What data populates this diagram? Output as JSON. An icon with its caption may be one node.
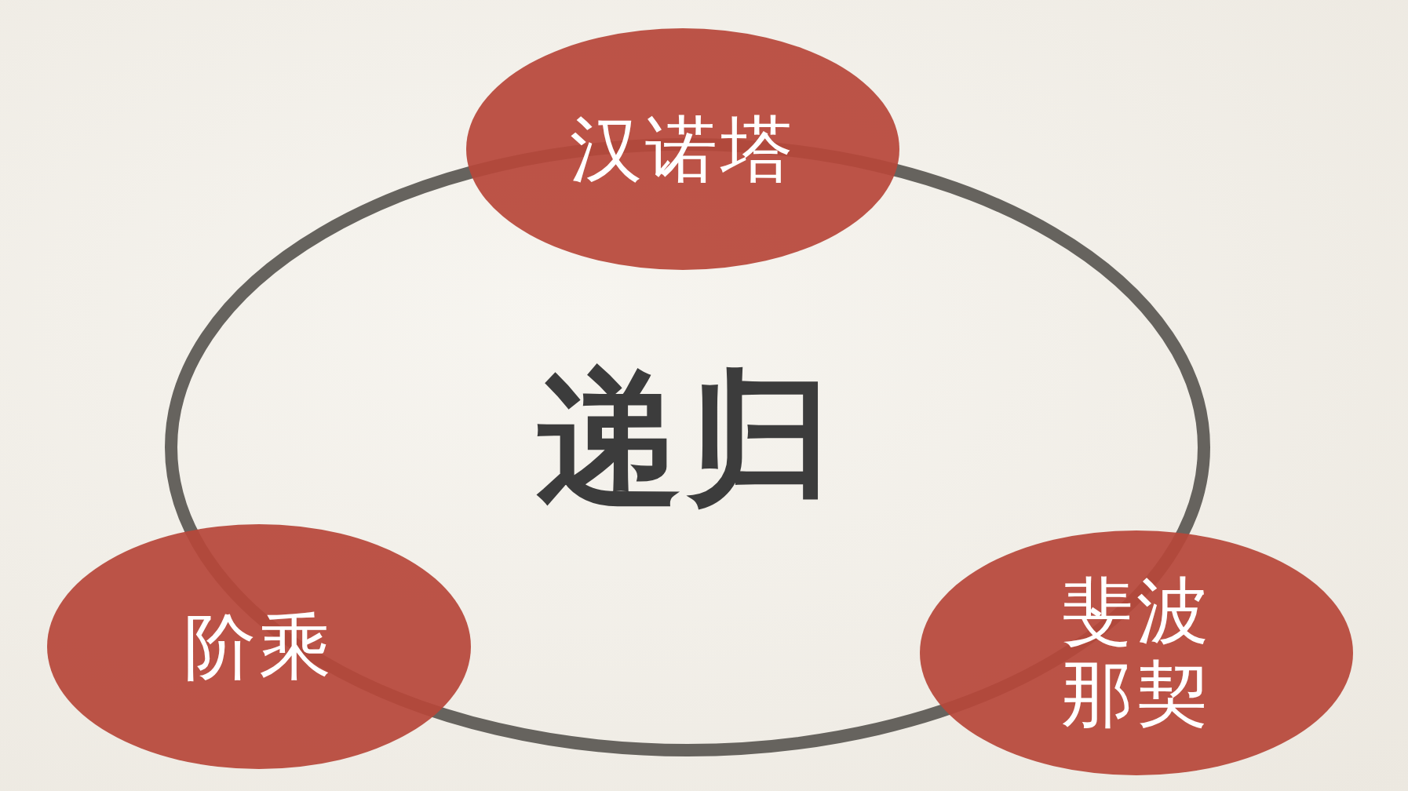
{
  "diagram": {
    "nodes": [
      {
        "text": [
          "递归"
        ]
      },
      {
        "text": [
          "汉诺塔"
        ]
      },
      {
        "text": [
          "阶乘"
        ]
      },
      {
        "text": [
          "斐波那契"
        ]
      }
    ]
  }
}
